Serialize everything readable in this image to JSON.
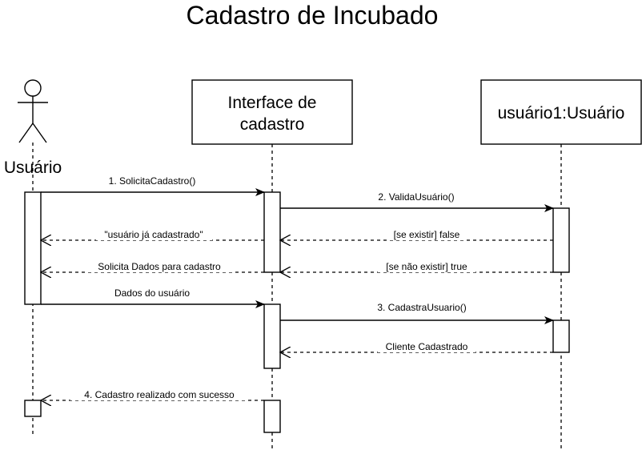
{
  "title": "Cadastro de Incubado",
  "participants": {
    "actor": "Usuário",
    "interface_line1": "Interface de",
    "interface_line2": "cadastro",
    "entity": "usuário1:Usuário"
  },
  "messages": [
    {
      "label": "1. SolicitaCadastro()",
      "style": "sync"
    },
    {
      "label": "2. ValidaUsuário()",
      "style": "sync"
    },
    {
      "label": "[se existir] false",
      "style": "return"
    },
    {
      "label": "\"usuário já cadastrado\"",
      "style": "return"
    },
    {
      "label": "[se não existir] true",
      "style": "return"
    },
    {
      "label": "Solicita Dados para cadastro",
      "style": "return"
    },
    {
      "label": "Dados do usuário",
      "style": "sync"
    },
    {
      "label": "3. CadastraUsuario()",
      "style": "sync"
    },
    {
      "label": "Cliente Cadastrado",
      "style": "return"
    },
    {
      "label": "4. Cadastro realizado com sucesso",
      "style": "return"
    }
  ]
}
